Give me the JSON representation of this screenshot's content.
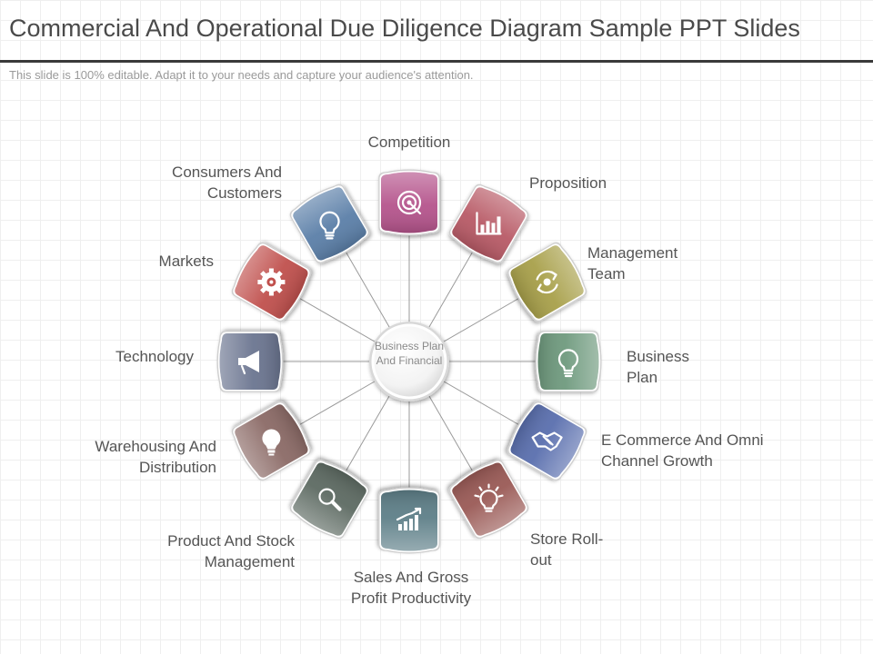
{
  "slide": {
    "title": "Commercial And Operational Due Diligence Diagram Sample PPT Slides",
    "subtitle": "This slide is 100% editable. Adapt it to your needs and capture your audience's attention."
  },
  "center": {
    "label": "Business Plan And Financial"
  },
  "nodes": [
    {
      "name": "competition",
      "label": "Competition",
      "icon": "target-icon",
      "color": "#b5548c"
    },
    {
      "name": "proposition",
      "label": "Proposition",
      "icon": "bar-chart-icon",
      "color": "#b85a66"
    },
    {
      "name": "management-team",
      "label": "Management Team",
      "icon": "recycle-gear-icon",
      "color": "#a8a04a"
    },
    {
      "name": "business-plan",
      "label": "Business Plan",
      "icon": "lightbulb-icon",
      "color": "#6f9a7e"
    },
    {
      "name": "e-commerce",
      "label": "E Commerce And Omni Channel Growth",
      "icon": "handshake-icon",
      "color": "#5a6fae"
    },
    {
      "name": "store-roll-out",
      "label": "Store Roll-out",
      "icon": "idea-bulb-icon",
      "color": "#9a5a56"
    },
    {
      "name": "sales-gross-profit",
      "label": "Sales And Gross Profit Productivity",
      "icon": "growth-chart-icon",
      "color": "#5e7f88"
    },
    {
      "name": "product-stock",
      "label": "Product And Stock Management",
      "icon": "magnifier-icon",
      "color": "#5d6a62"
    },
    {
      "name": "warehousing",
      "label": "Warehousing And Distribution",
      "icon": "bulb-icon",
      "color": "#8b6a66"
    },
    {
      "name": "technology",
      "label": "Technology",
      "icon": "megaphone-icon",
      "color": "#6b7590"
    },
    {
      "name": "markets",
      "label": "Markets",
      "icon": "gear-icon",
      "color": "#c0504d"
    },
    {
      "name": "consumers",
      "label": "Consumers And Customers",
      "icon": "lightbulb-icon",
      "color": "#5b7fa8"
    }
  ]
}
